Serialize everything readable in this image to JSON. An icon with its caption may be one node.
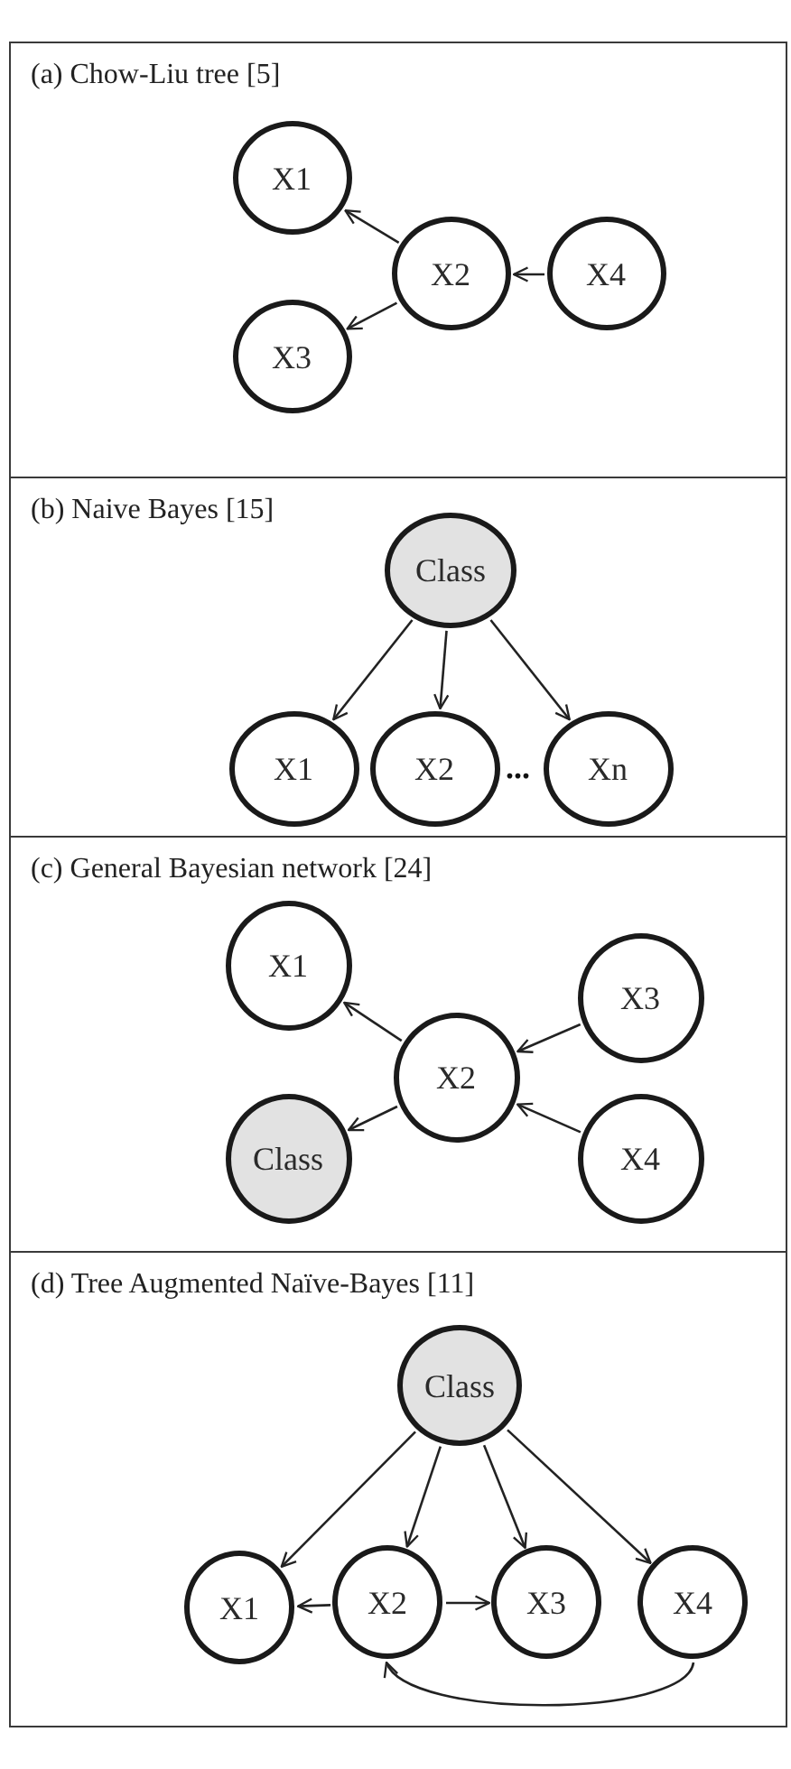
{
  "diagram": {
    "nodes": [
      {
        "text": [
          "(a) Chow-Liu tree [5]"
        ]
      },
      {
        "text": [
          "X1"
        ],
        "in": 0
      },
      {
        "text": [
          "X2"
        ],
        "in": 0
      },
      {
        "text": [
          "X4"
        ],
        "in": 0
      },
      {
        "text": [
          "X3"
        ],
        "in": 0
      },
      {
        "text": [
          "(b) Naive Bayes [15]"
        ]
      },
      {
        "text": [
          "Class"
        ],
        "in": 5
      },
      {
        "text": [
          "X1"
        ],
        "in": 5
      },
      {
        "text": [
          "X2"
        ],
        "in": 5
      },
      {
        "text": [
          "Xn"
        ],
        "in": 5
      },
      {
        "text": [
          "(c) General Bayesian network [24]"
        ]
      },
      {
        "text": [
          "X1"
        ],
        "in": 10
      },
      {
        "text": [
          "X3"
        ],
        "in": 10
      },
      {
        "text": [
          "X2"
        ],
        "in": 10
      },
      {
        "text": [
          "Class"
        ],
        "in": 10
      },
      {
        "text": [
          "X4"
        ],
        "in": 10
      },
      {
        "text": [
          "(d) Tree Augmented Naïve-Bayes [11]"
        ]
      },
      {
        "text": [
          "Class"
        ],
        "in": 16
      },
      {
        "text": [
          "X1"
        ],
        "in": 16
      },
      {
        "text": [
          "X2"
        ],
        "in": 16
      },
      {
        "text": [
          "X3"
        ],
        "in": 16
      },
      {
        "text": [
          "X4"
        ],
        "in": 16
      }
    ],
    "edges": [
      {
        "from": 2,
        "to": 1,
        "arrow": "to"
      },
      {
        "from": 3,
        "to": 2,
        "arrow": "to"
      },
      {
        "from": 2,
        "to": 4,
        "arrow": "to"
      },
      {
        "from": 6,
        "to": 7,
        "arrow": "to"
      },
      {
        "from": 6,
        "to": 8,
        "arrow": "to"
      },
      {
        "from": 6,
        "to": 9,
        "arrow": "to"
      },
      {
        "from": 13,
        "to": 11,
        "arrow": "to"
      },
      {
        "from": 12,
        "to": 13,
        "arrow": "to"
      },
      {
        "from": 13,
        "to": 14,
        "arrow": "to"
      },
      {
        "from": 15,
        "to": 13,
        "arrow": "to"
      },
      {
        "from": 17,
        "to": 18,
        "arrow": "to"
      },
      {
        "from": 17,
        "to": 19,
        "arrow": "to"
      },
      {
        "from": 17,
        "to": 20,
        "arrow": "to"
      },
      {
        "from": 17,
        "to": 21,
        "arrow": "to"
      },
      {
        "from": 19,
        "to": 18,
        "arrow": "to"
      },
      {
        "from": 19,
        "to": 20,
        "arrow": "to"
      },
      {
        "from": 21,
        "to": 19,
        "arrow": "to"
      }
    ],
    "labels": [
      "..."
    ]
  }
}
